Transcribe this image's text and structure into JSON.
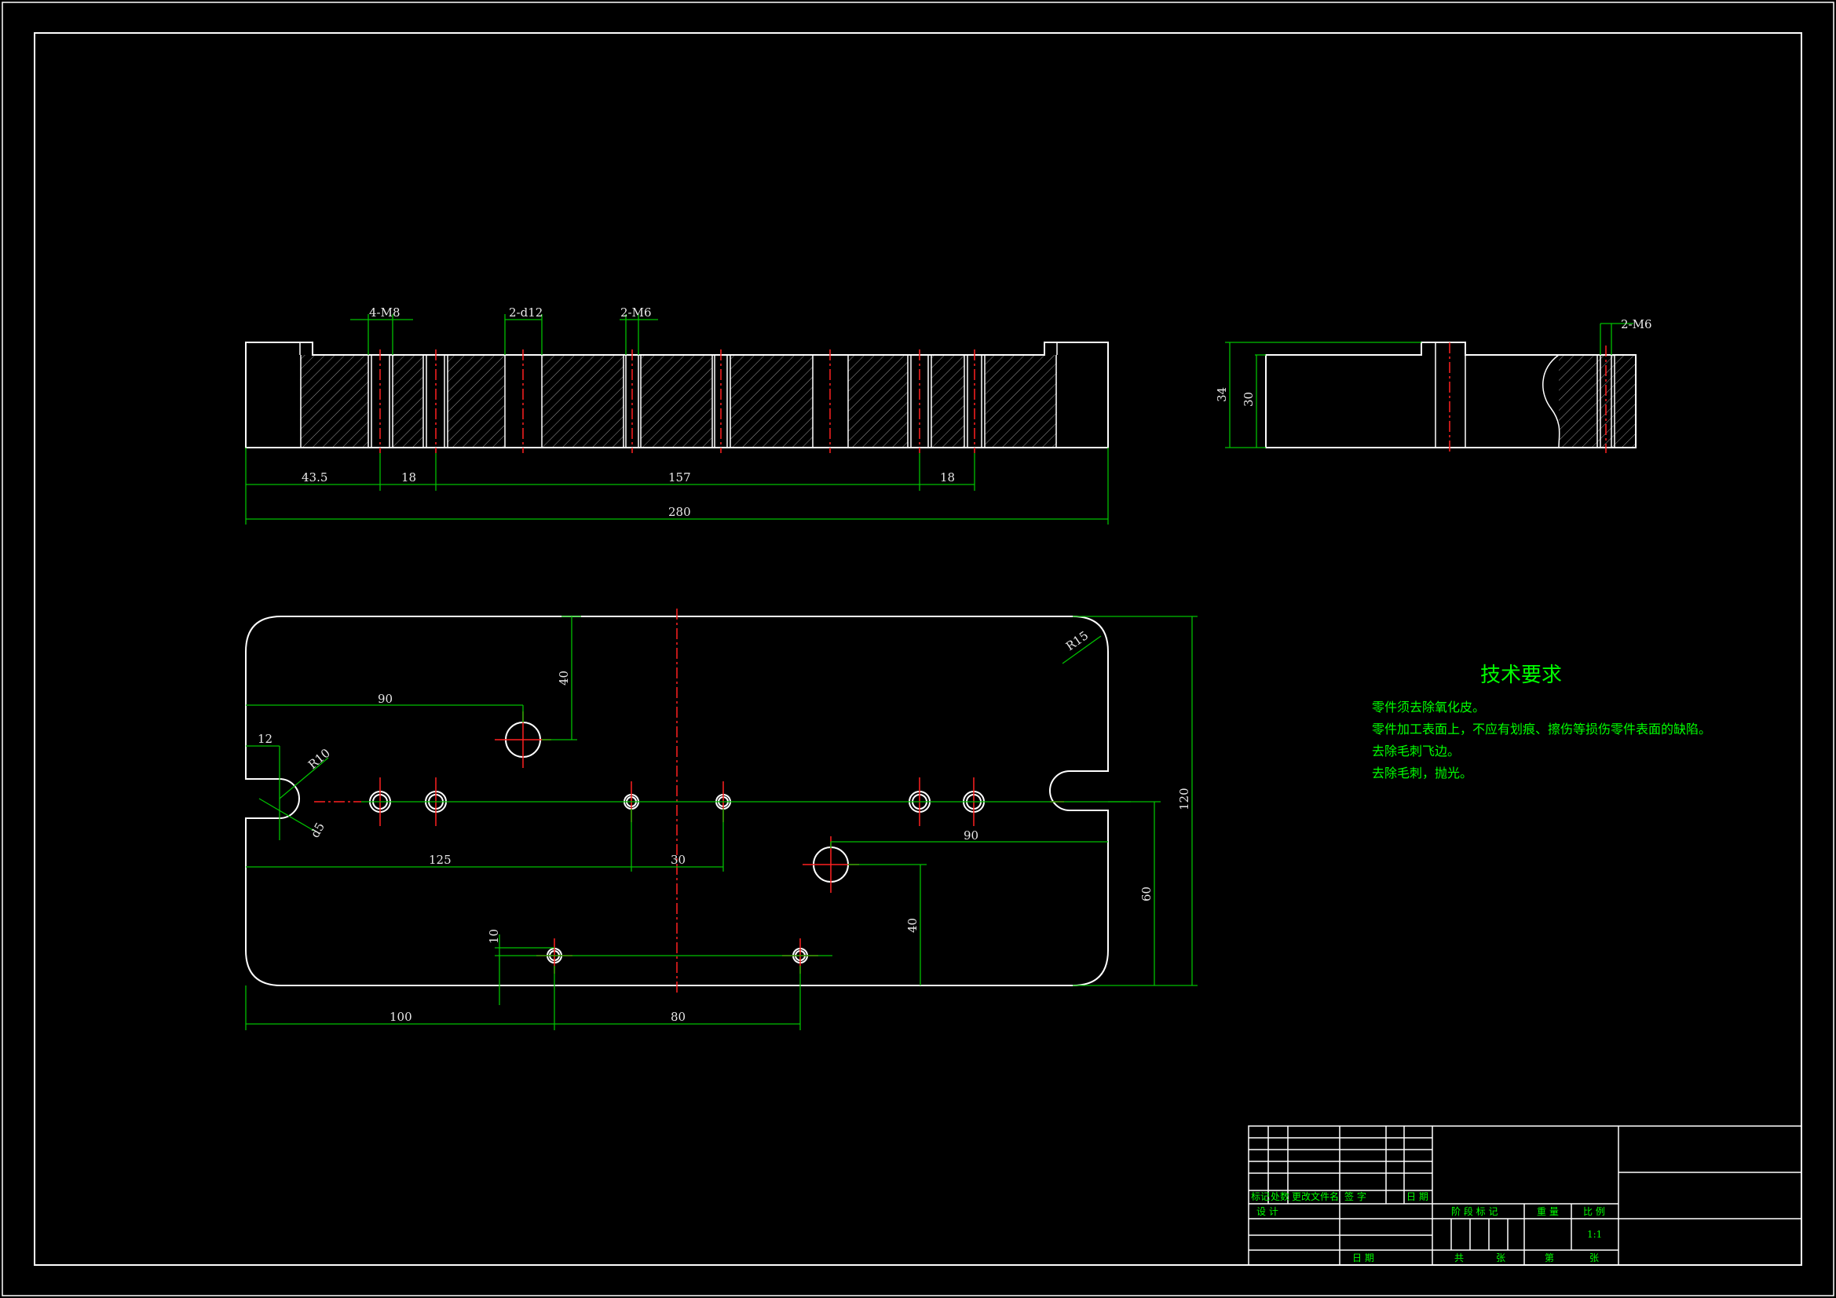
{
  "tech_requirements": {
    "title": "技术要求",
    "items": [
      "零件须去除氧化皮。",
      "零件加工表面上，不应有划痕、擦伤等损伤零件表面的缺陷。",
      "去除毛刺飞边。",
      "去除毛刺，抛光。"
    ]
  },
  "section_view": {
    "callouts": [
      "4-M8",
      "2-d12",
      "2-M6"
    ],
    "dims": [
      "43.5",
      "18",
      "157",
      "18",
      "280"
    ]
  },
  "side_view": {
    "callout": "2-M6",
    "dims": [
      "34",
      "30"
    ]
  },
  "plan_view": {
    "dims": [
      "90",
      "40",
      "12",
      "R10",
      "R15",
      "125",
      "30",
      "90",
      "10",
      "40",
      "60",
      "120",
      "100",
      "80"
    ],
    "slot_dim": "d5"
  },
  "title_block": {
    "rev_headers": [
      "标记",
      "处数",
      "更改文件名",
      "签 字",
      "日 期"
    ],
    "design": "设 计",
    "date": "日 期",
    "stage_mark": "阶 段 标 记",
    "weight": "重 量",
    "scale_label": "比 例",
    "scale_value": "1:1",
    "total": "共",
    "sheets": "张",
    "sheet_no": "第",
    "sheet_unit": "张"
  },
  "colors": {
    "background": "#000000",
    "outline": "#ffffff",
    "dimension": "#00c000",
    "centerline": "#ff2020",
    "note_text": "#00ff00"
  }
}
